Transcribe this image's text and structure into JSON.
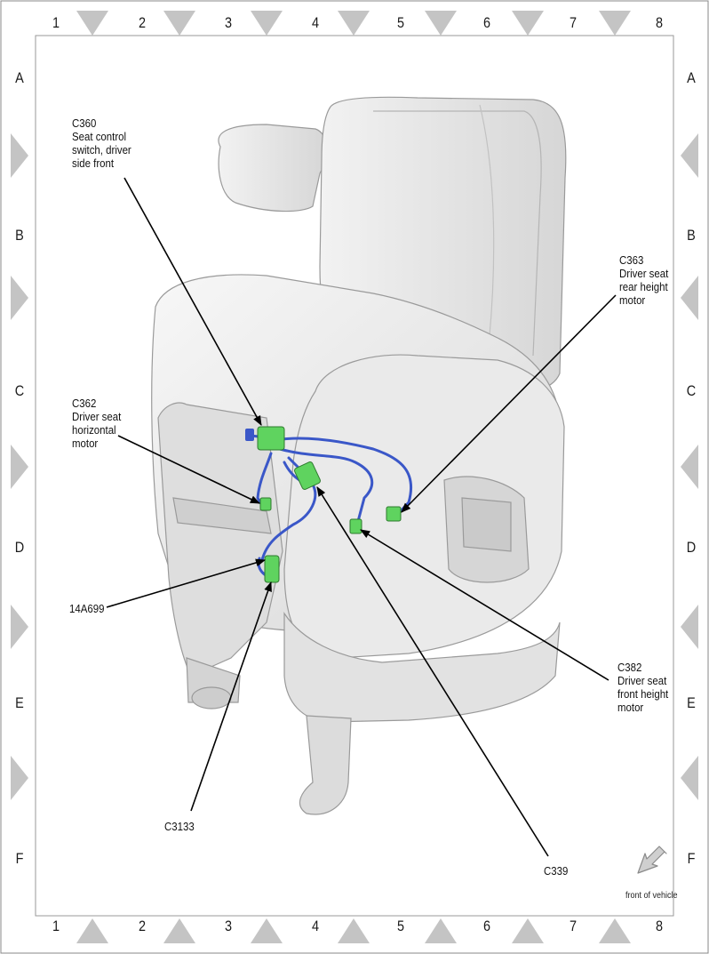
{
  "grid": {
    "columns": [
      "1",
      "2",
      "3",
      "4",
      "5",
      "6",
      "7",
      "8"
    ],
    "rows": [
      "A",
      "B",
      "C",
      "D",
      "E",
      "F"
    ]
  },
  "callouts": {
    "c360": "C360\nSeat control\nswitch, driver\nside front",
    "c362": "C362\nDriver seat\nhorizontal\nmotor",
    "c363": "C363\nDriver seat\nrear height\nmotor",
    "c382": "C382\nDriver seat\nfront height\nmotor",
    "harness_14a699": "14A699",
    "c3133": "C3133",
    "c339": "C339"
  },
  "orientation": {
    "label": "front of vehicle",
    "icon": "arrow-down-left-icon"
  },
  "colors": {
    "connector": "#5fd35f",
    "wiring": "#3a57c8",
    "frame_triangle": "#c4c4c4",
    "seat_fill": "#ececec"
  }
}
